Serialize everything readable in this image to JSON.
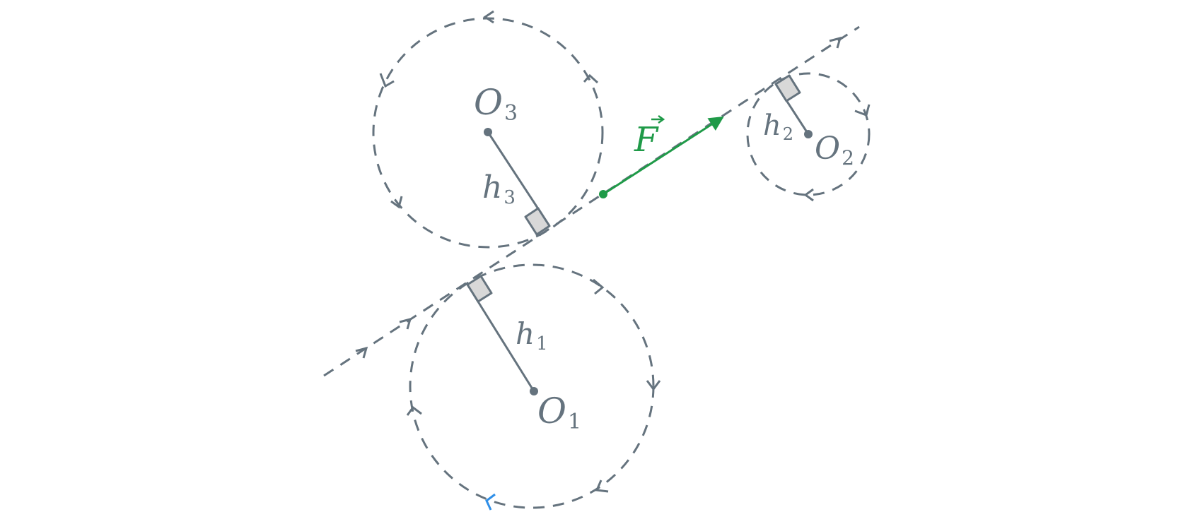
{
  "force": {
    "label": "F",
    "color": "#1f9a48"
  },
  "colors": {
    "stroke": "#65737e",
    "right_angle_fill": "#d8d8d8",
    "highlight_arrow": "#2f8fe8"
  },
  "centers": [
    {
      "letter": "O",
      "sub": "1"
    },
    {
      "letter": "O",
      "sub": "2"
    },
    {
      "letter": "O",
      "sub": "3"
    }
  ],
  "arms": [
    {
      "letter": "h",
      "sub": "1"
    },
    {
      "letter": "h",
      "sub": "2"
    },
    {
      "letter": "h",
      "sub": "3"
    }
  ]
}
